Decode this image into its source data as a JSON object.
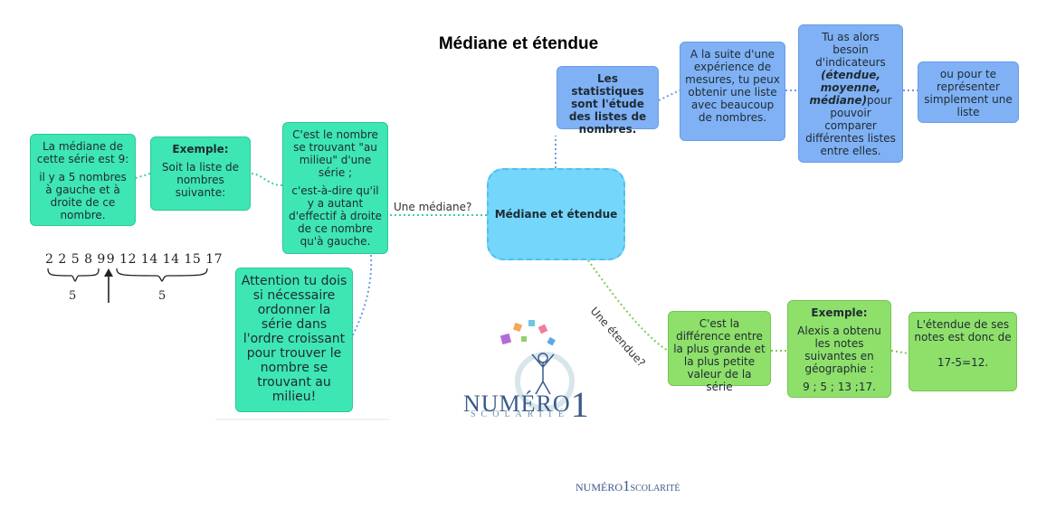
{
  "title": "Médiane et étendue",
  "central": "Médiane et étendue",
  "branch_labels": {
    "mediane": "Une médiane?",
    "etendue": "Une étendue?"
  },
  "blue_boxes": {
    "stats": "Les statistiques sont l'étude des listes de nombres.",
    "mesures": "A la suite d'une expérience de mesures, tu peux obtenir une liste avec beaucoup de nombres.",
    "indicateurs_pre": "Tu as alors besoin d'indicateurs",
    "indicateurs_bold": "(étendue, moyenne, médiane)",
    "indicateurs_post": "pour pouvoir comparer différentes listes entre elles.",
    "representer": "ou pour te représenter simplement une liste"
  },
  "mediane_boxes": {
    "definition_1": "C'est le nombre se trouvant \"au milieu\" d'une série ;",
    "definition_2": "c'est-à-dire qu'il y a autant d'effectif à droite de ce nombre qu'à gauche.",
    "exemple_title": "Exemple:",
    "exemple_text": "Soit la liste de nombres suivante:",
    "resultat_1": "La médiane de cette série est 9:",
    "resultat_2": "il y a 5 nombres à gauche et à droite de ce nombre.",
    "attention": "Attention tu dois si nécessaire ordonner la série dans l'ordre croissant pour trouver le nombre se trouvant au milieu!"
  },
  "sequence": {
    "left": "2 2 5 8 9",
    "middle": "9",
    "right": "12 14 14 15 17",
    "left_count": "5",
    "right_count": "5"
  },
  "etendue_boxes": {
    "definition": "C'est la différence entre la plus grande et la plus petite valeur de la série",
    "exemple_title": "Exemple:",
    "exemple_text": "Alexis a obtenu les notes suivantes en géographie :",
    "exemple_values": "9 ; 5 ; 13 ;17.",
    "resultat_1": "L'étendue de ses notes est donc de",
    "resultat_2": "17-5=12."
  },
  "logo": {
    "main": "NUMÉRO",
    "digit": "1",
    "sub": "SCOLARITÉ"
  },
  "colors": {
    "teal": "#3ee6b3",
    "blue": "#7fb1f4",
    "green": "#8ee06b",
    "central": "#74d6fb"
  }
}
